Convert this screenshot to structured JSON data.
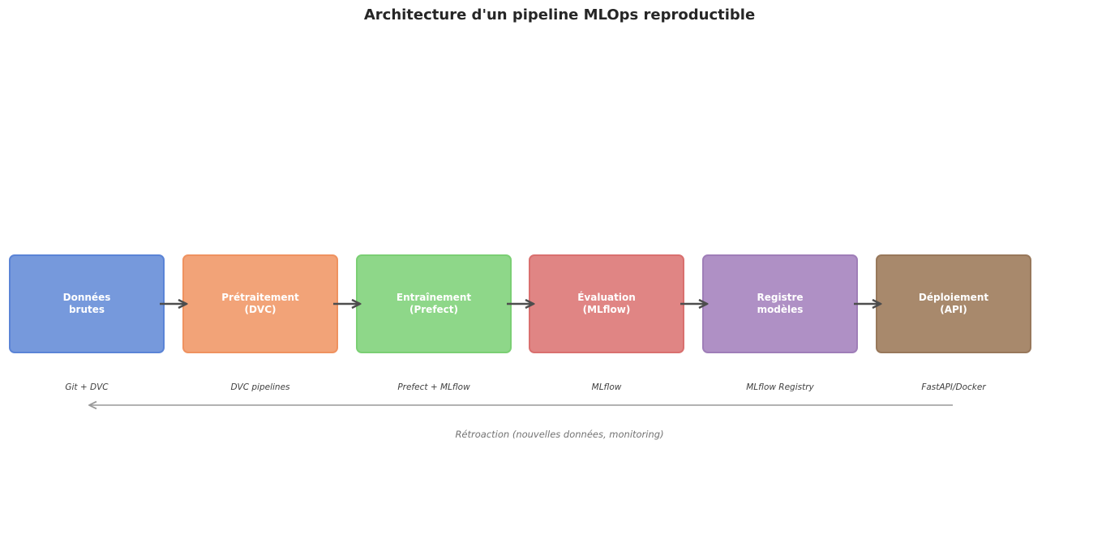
{
  "title": "Architecture d'un pipeline MLOps reproductible",
  "stages": [
    {
      "label": "Données\nbrutes",
      "tool": "Git + DVC",
      "fill": "#7699dc",
      "border": "#5b84d6"
    },
    {
      "label": "Prétraitement\n(DVC)",
      "tool": "DVC pipelines",
      "fill": "#f2a378",
      "border": "#ef9260"
    },
    {
      "label": "Entraînement\n(Prefect)",
      "tool": "Prefect + MLflow",
      "fill": "#8ed789",
      "border": "#7bcf74"
    },
    {
      "label": "Évaluation\n(MLflow)",
      "tool": "MLflow",
      "fill": "#e08584",
      "border": "#d9706f"
    },
    {
      "label": "Registre\nmodèles",
      "tool": "MLflow Registry",
      "fill": "#af90c5",
      "border": "#9f7eb8"
    },
    {
      "label": "Déploiement\n(API)",
      "tool": "FastAPI/Docker",
      "fill": "#a8896c",
      "border": "#98785b"
    }
  ],
  "feedback": {
    "label": "Rétroaction (nouvelles données, monitoring)"
  },
  "colors": {
    "arrow": "#4d4d4d",
    "feedback_arrow": "#999999"
  }
}
